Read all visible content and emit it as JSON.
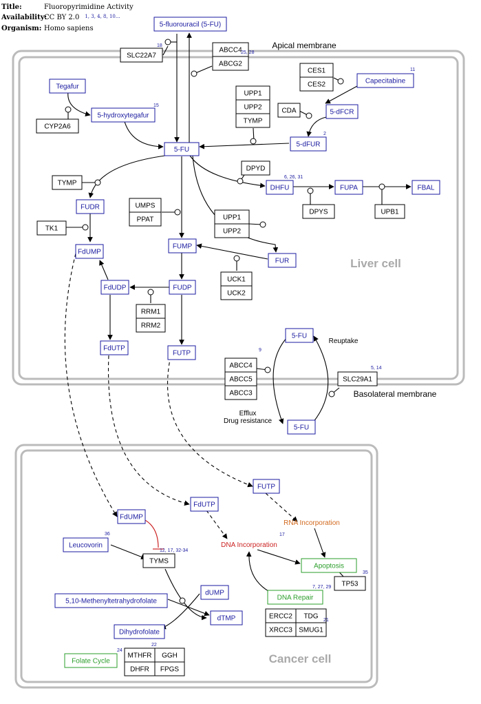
{
  "meta": {
    "title_label": "Title:",
    "title_value": "Fluoropyrimidine Activity",
    "availability_label": "Availability:",
    "availability_value": "CC BY 2.0",
    "availability_cites": "1, 3, 4, 8, 10...",
    "organism_label": "Organism:",
    "organism_value": "Homo sapiens"
  },
  "compartments": {
    "apical_membrane": "Apical membrane",
    "basolateral_membrane": "Basolateral membrane",
    "liver_cell": "Liver cell",
    "cancer_cell": "Cancer cell"
  },
  "texts": {
    "reuptake": "Reuptake",
    "efflux": "Efflux",
    "drug_resistance": "Drug resistance",
    "rna_incorporation": "RNA Incorporation",
    "dna_incorporation": "DNA Incorporation"
  },
  "metabolites": {
    "fu_top": "5-fluorouracil (5-FU)",
    "tegafur": "Tegafur",
    "hydroxytegafur": "5-hydroxytegafur",
    "fu_center": "5-FU",
    "capecitabine": "Capecitabine",
    "dfcr": "5-dFCR",
    "dfur": "5-dFUR",
    "dhfu": "DHFU",
    "fupa": "FUPA",
    "fbal": "FBAL",
    "fudr": "FUDR",
    "fdump_liver": "FdUMP",
    "fump": "FUMP",
    "fur": "FUR",
    "fdudp": "FdUDP",
    "fudp": "FUDP",
    "fdutp_liver": "FdUTP",
    "futp_liver": "FUTP",
    "fu_reuptake": "5-FU",
    "fu_efflux": "5-FU",
    "futp_cancer": "FUTP",
    "fdutp_cancer": "FdUTP",
    "fdump_cancer": "FdUMP",
    "leucovorin": "Leucovorin",
    "methenyl": "5,10-Methenyltetrahydrofolate",
    "dump": "dUMP",
    "dtmp": "dTMP",
    "dihydrofolate": "Dihydrofolate"
  },
  "genes": {
    "slc22a7": "SLC22A7",
    "abcc4_top": "ABCC4",
    "abcg2": "ABCG2",
    "ces1": "CES1",
    "ces2": "CES2",
    "cyp2a6": "CYP2A6",
    "upp1_a": "UPP1",
    "upp2_a": "UPP2",
    "tymp_a": "TYMP",
    "cda": "CDA",
    "dpyd": "DPYD",
    "tymp_b": "TYMP",
    "dpys": "DPYS",
    "upb1": "UPB1",
    "tk1": "TK1",
    "umps": "UMPS",
    "ppat": "PPAT",
    "upp1_b": "UPP1",
    "upp2_b": "UPP2",
    "uck1": "UCK1",
    "uck2": "UCK2",
    "rrm1": "RRM1",
    "rrm2": "RRM2",
    "abcc4_b": "ABCC4",
    "abcc5": "ABCC5",
    "abcc3": "ABCC3",
    "slc29a1": "SLC29A1",
    "tyms": "TYMS",
    "tp53": "TP53",
    "ercc2": "ERCC2",
    "tdg": "TDG",
    "xrcc3": "XRCC3",
    "smug1": "SMUG1",
    "mthfr": "MTHFR",
    "ggh": "GGH",
    "dhfr": "DHFR",
    "fpgs": "FPGS"
  },
  "pathways": {
    "apoptosis": "Apoptosis",
    "dna_repair": "DNA Repair",
    "folate_cycle": "Folate Cycle"
  },
  "citations": {
    "c18": "18",
    "c25_28": "25, 28",
    "c11": "11",
    "c15": "15",
    "c2": "2",
    "c6_26_31": "6, 26, 31",
    "c9": "9",
    "c5_14": "5, 14",
    "c17": "17",
    "c36": "36",
    "c12": "12, 17, 32-34",
    "c35": "35",
    "c7": "7, 27, 29",
    "c21": "21",
    "c22": "22",
    "c24": "24"
  },
  "colors": {
    "metabolite": "#1a1aa0",
    "gene": "#000000",
    "pathway": "#2a9d2a",
    "rna_text": "#d2691e",
    "dna_text": "#cc2222",
    "inhibition": "#cc2222",
    "compartment": "#bbbbbb",
    "compartment_label": "#a9a9a9"
  }
}
